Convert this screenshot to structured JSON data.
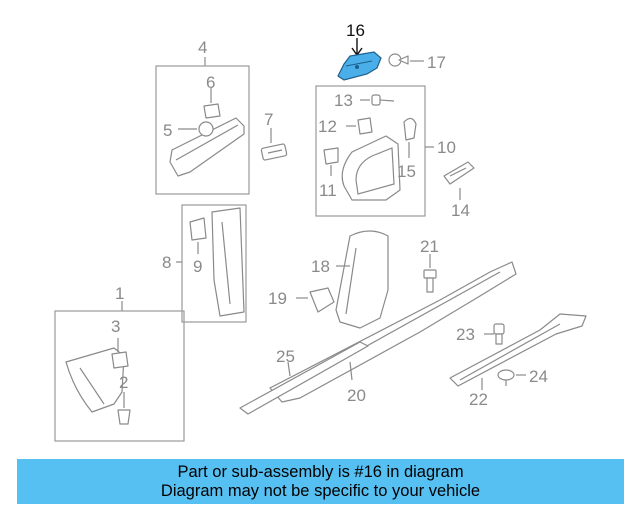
{
  "callouts": {
    "c1": "1",
    "c2": "2",
    "c3": "3",
    "c4": "4",
    "c5": "5",
    "c6": "6",
    "c7": "7",
    "c8": "8",
    "c9": "9",
    "c10": "10",
    "c11": "11",
    "c12": "12",
    "c13": "13",
    "c14": "14",
    "c15": "15",
    "c16": "16",
    "c17": "17",
    "c18": "18",
    "c19": "19",
    "c20": "20",
    "c21": "21",
    "c22": "22",
    "c23": "23",
    "c24": "24",
    "c25": "25"
  },
  "highlight": {
    "part": "16",
    "color": "#4aaee8"
  },
  "banner": {
    "line1": "Part or sub-assembly is #16 in diagram",
    "line2": "Diagram may not be specific to your vehicle",
    "color": "#56c0f2"
  }
}
